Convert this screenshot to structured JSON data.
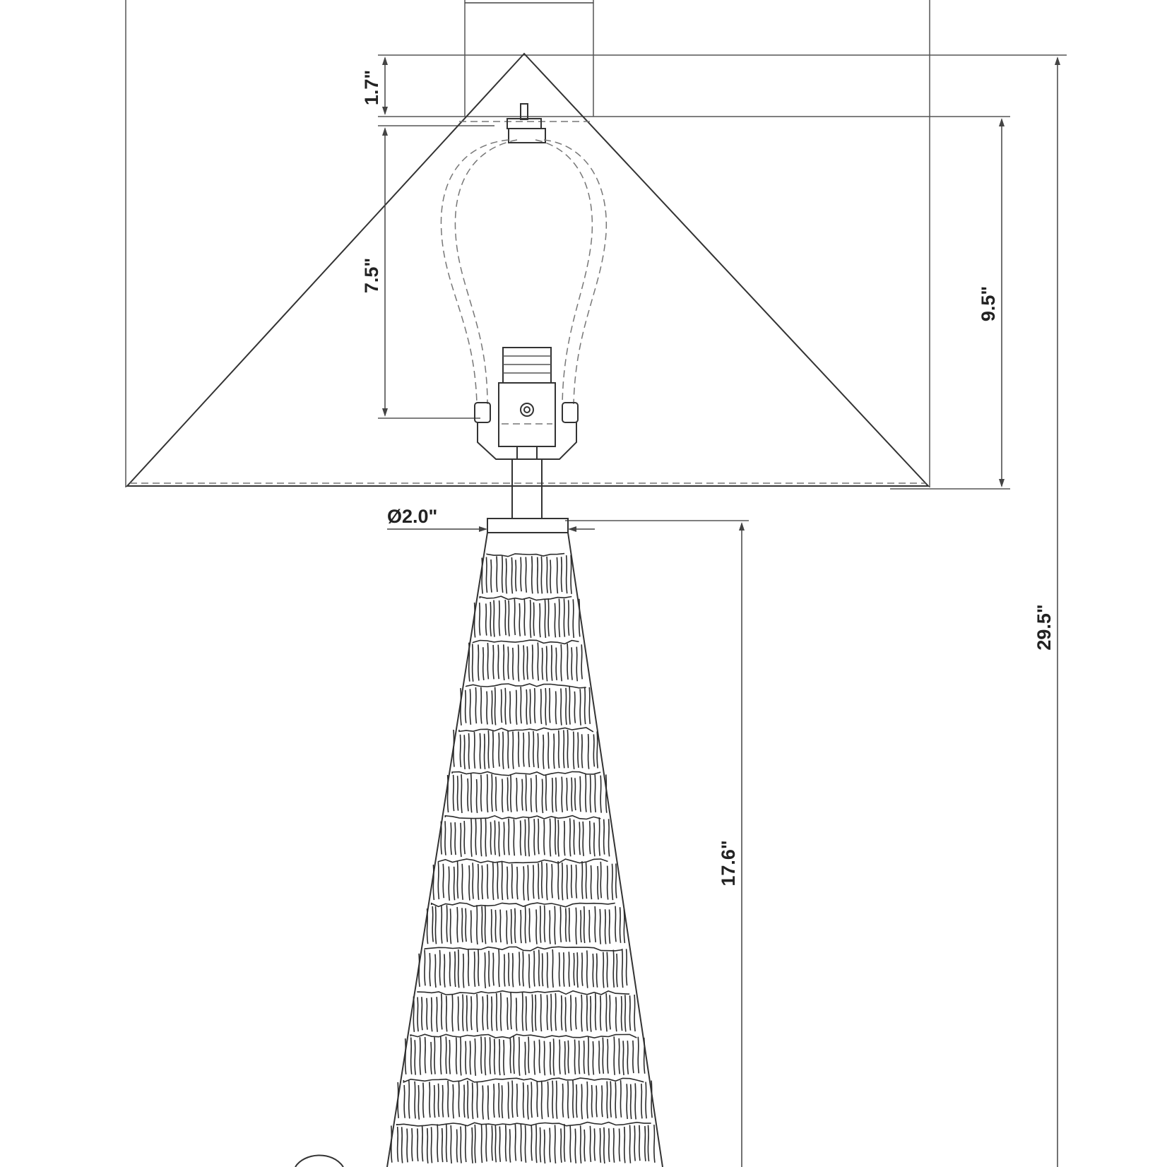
{
  "drawing": {
    "subject": "table lamp",
    "line_color": "#333333",
    "background": "#ffffff"
  },
  "dimensions": {
    "finial_height": "1.7\"",
    "harp_height": "7.5\"",
    "shade_height": "9.5\"",
    "overall_height": "29.5\"",
    "neck_diameter": "Ø2.0\"",
    "base_height": "17.6\""
  }
}
